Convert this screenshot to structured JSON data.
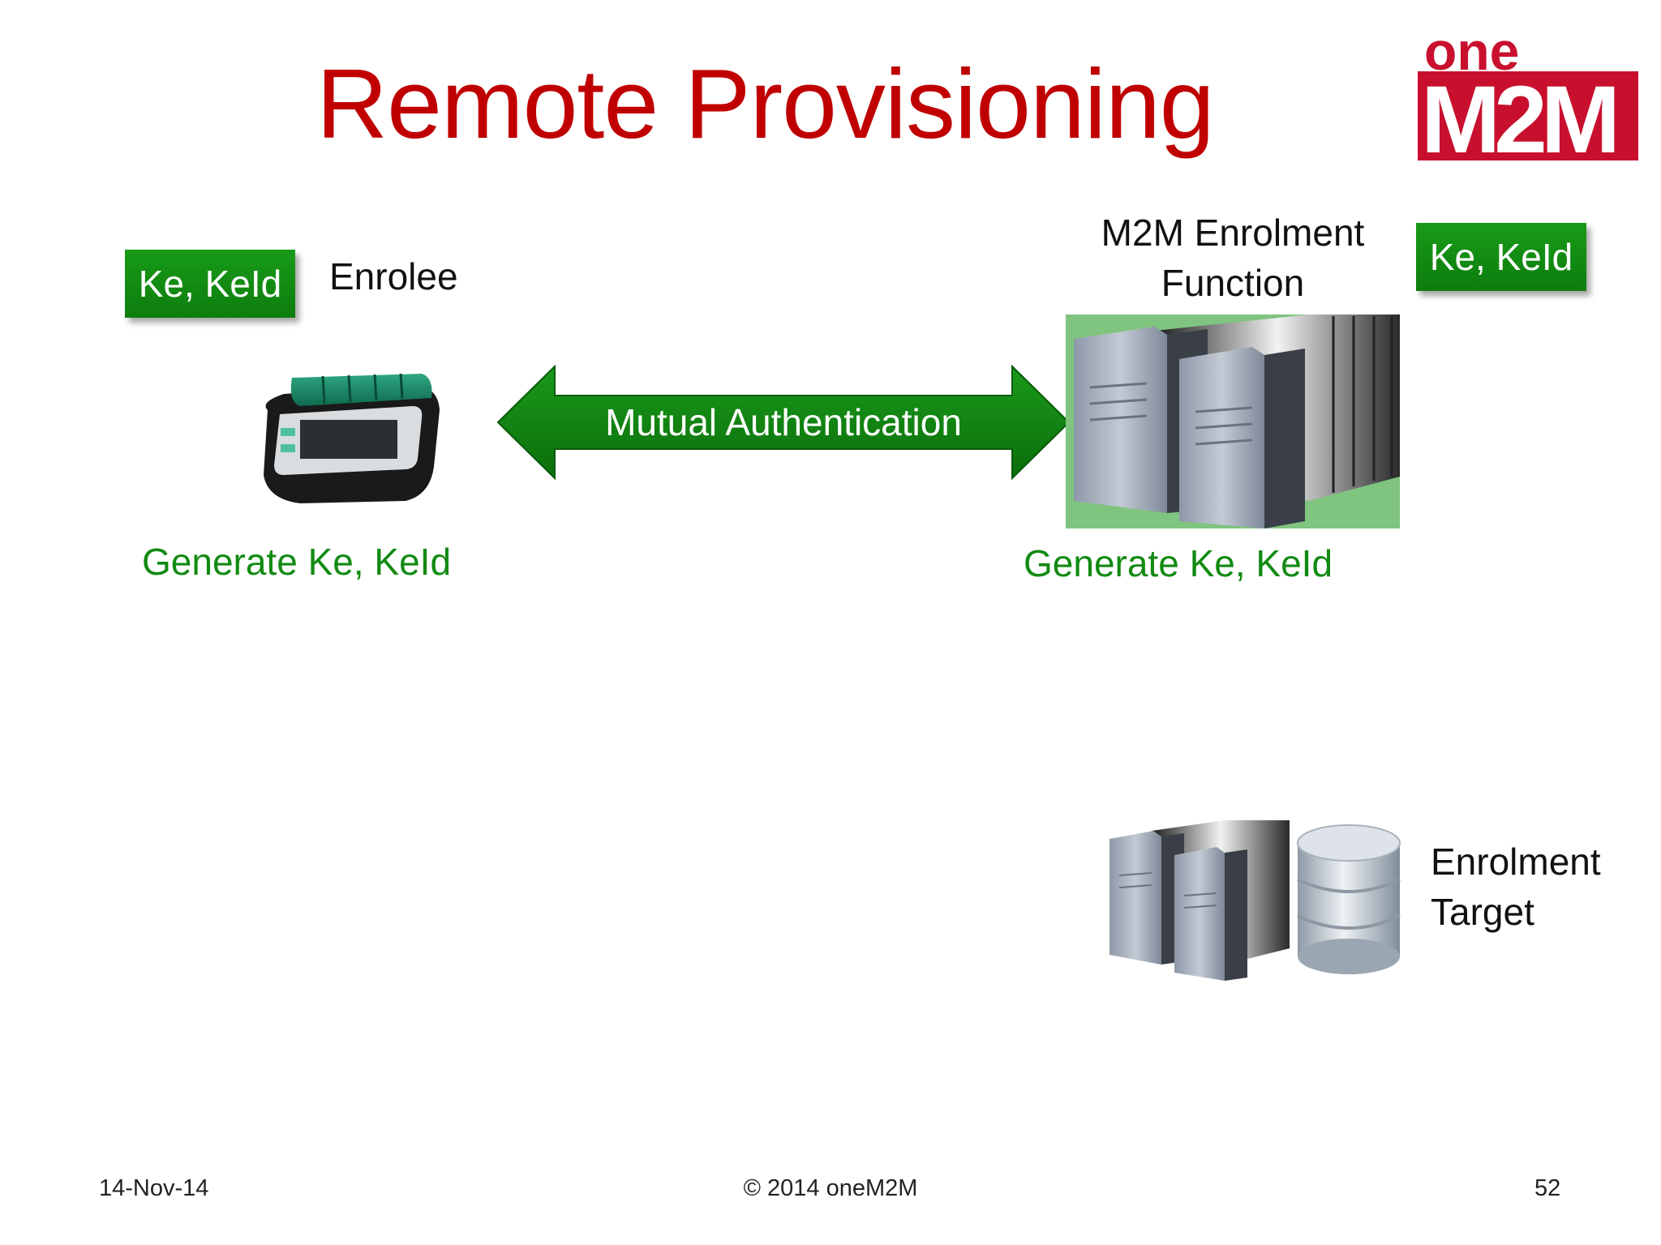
{
  "slide": {
    "title": "Remote Provisioning",
    "logo_text_top": "one",
    "logo_text_bottom": "M2M"
  },
  "left": {
    "key_label": "Ke, KeId",
    "role_label": "Enrolee",
    "generate_label": "Generate Ke, KeId"
  },
  "arrow": {
    "label": "Mutual Authentication"
  },
  "right": {
    "role_label_line1": "M2M Enrolment",
    "role_label_line2": "Function",
    "key_label": "Ke, KeId",
    "generate_label": "Generate Ke, KeId"
  },
  "target": {
    "label_line1": "Enrolment",
    "label_line2": "Target"
  },
  "footer": {
    "date": "14-Nov-14",
    "copyright": "© 2014 oneM2M",
    "page_number": "52"
  },
  "colors": {
    "title_red": "#c00000",
    "key_green": "#128a12",
    "server_bg": "#7fc47f"
  }
}
